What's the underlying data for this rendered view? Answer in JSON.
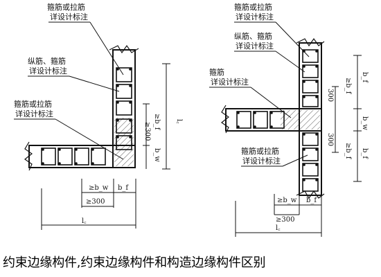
{
  "caption": "约束边缘构件,约束边缘构件和构造边缘构件区别",
  "left_detail": {
    "label_stirrup_top": [
      "箍筋或拉筋",
      "详设计标注"
    ],
    "label_rebar": [
      "纵筋、箍筋",
      "详设计标注"
    ],
    "label_stirrup_mid": [
      "箍筋或拉筋",
      "详设计标注"
    ],
    "dim_lc": "l꜀",
    "dim_bf_bw": "≥b_w",
    "dim_bf": "b_f",
    "dim_300": "≥300",
    "dim_vertical_lc": "l꜀",
    "dim_vertical_bf": "≥b_f",
    "dim_vertical_300": "≥300",
    "dim_vertical_bw": "b_w"
  },
  "right_detail": {
    "label_stirrup_top": [
      "箍筋或拉筋",
      "详设计标注"
    ],
    "label_rebar": [
      "纵筋、箍筋",
      "详设计标注"
    ],
    "label_stirrup_mid": [
      "箍筋",
      "详设计标注"
    ],
    "label_stirrup_bottom": [
      "箍筋或拉筋",
      "详设计标注"
    ],
    "dim_lc": "l꜀",
    "dim_bf_bw": "≥b_w",
    "dim_bf": "b_f",
    "dim_300": "≥300",
    "dim_right_top": "b_f",
    "dim_right_top2": "≥b_f",
    "dim_right_mid": "b_w",
    "dim_right_bot": "b_f",
    "dim_right_bot2": "≥b_f",
    "dim_300_a": "300",
    "dim_300_b": "300"
  }
}
